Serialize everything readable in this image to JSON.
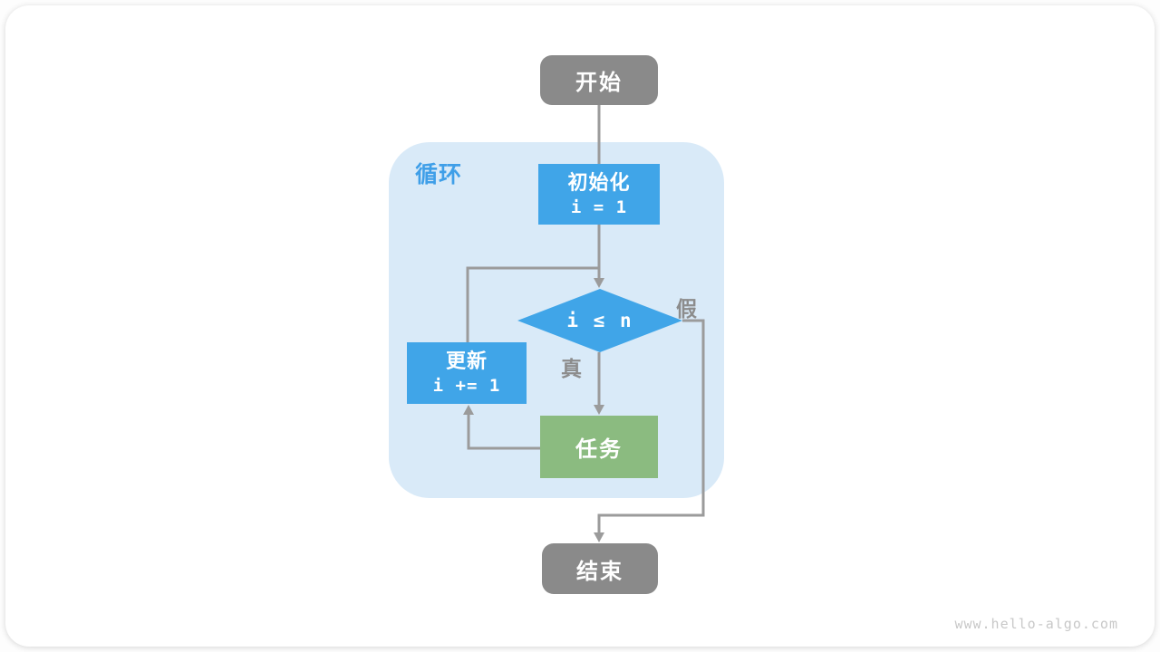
{
  "figure": {
    "loop_label": "循环",
    "nodes": {
      "start": {
        "label": "开始"
      },
      "init": {
        "title": "初始化",
        "code": "i = 1"
      },
      "condition": {
        "code": "i ≤ n"
      },
      "update": {
        "title": "更新",
        "code": "i += 1"
      },
      "task": {
        "label": "任务"
      },
      "end": {
        "label": "结束"
      }
    },
    "edge_labels": {
      "true": "真",
      "false": "假"
    },
    "colors": {
      "process_blue": "#40A5E8",
      "task_green": "#8BBB80",
      "terminal_gray": "#8A8A8A",
      "loop_region_blue": "#D9EAF8",
      "wire_gray": "#9B9B9B",
      "edge_label_gray": "#8C8C8C",
      "loop_label_blue": "#3F9FE8"
    },
    "watermark": "www.hello-algo.com"
  }
}
